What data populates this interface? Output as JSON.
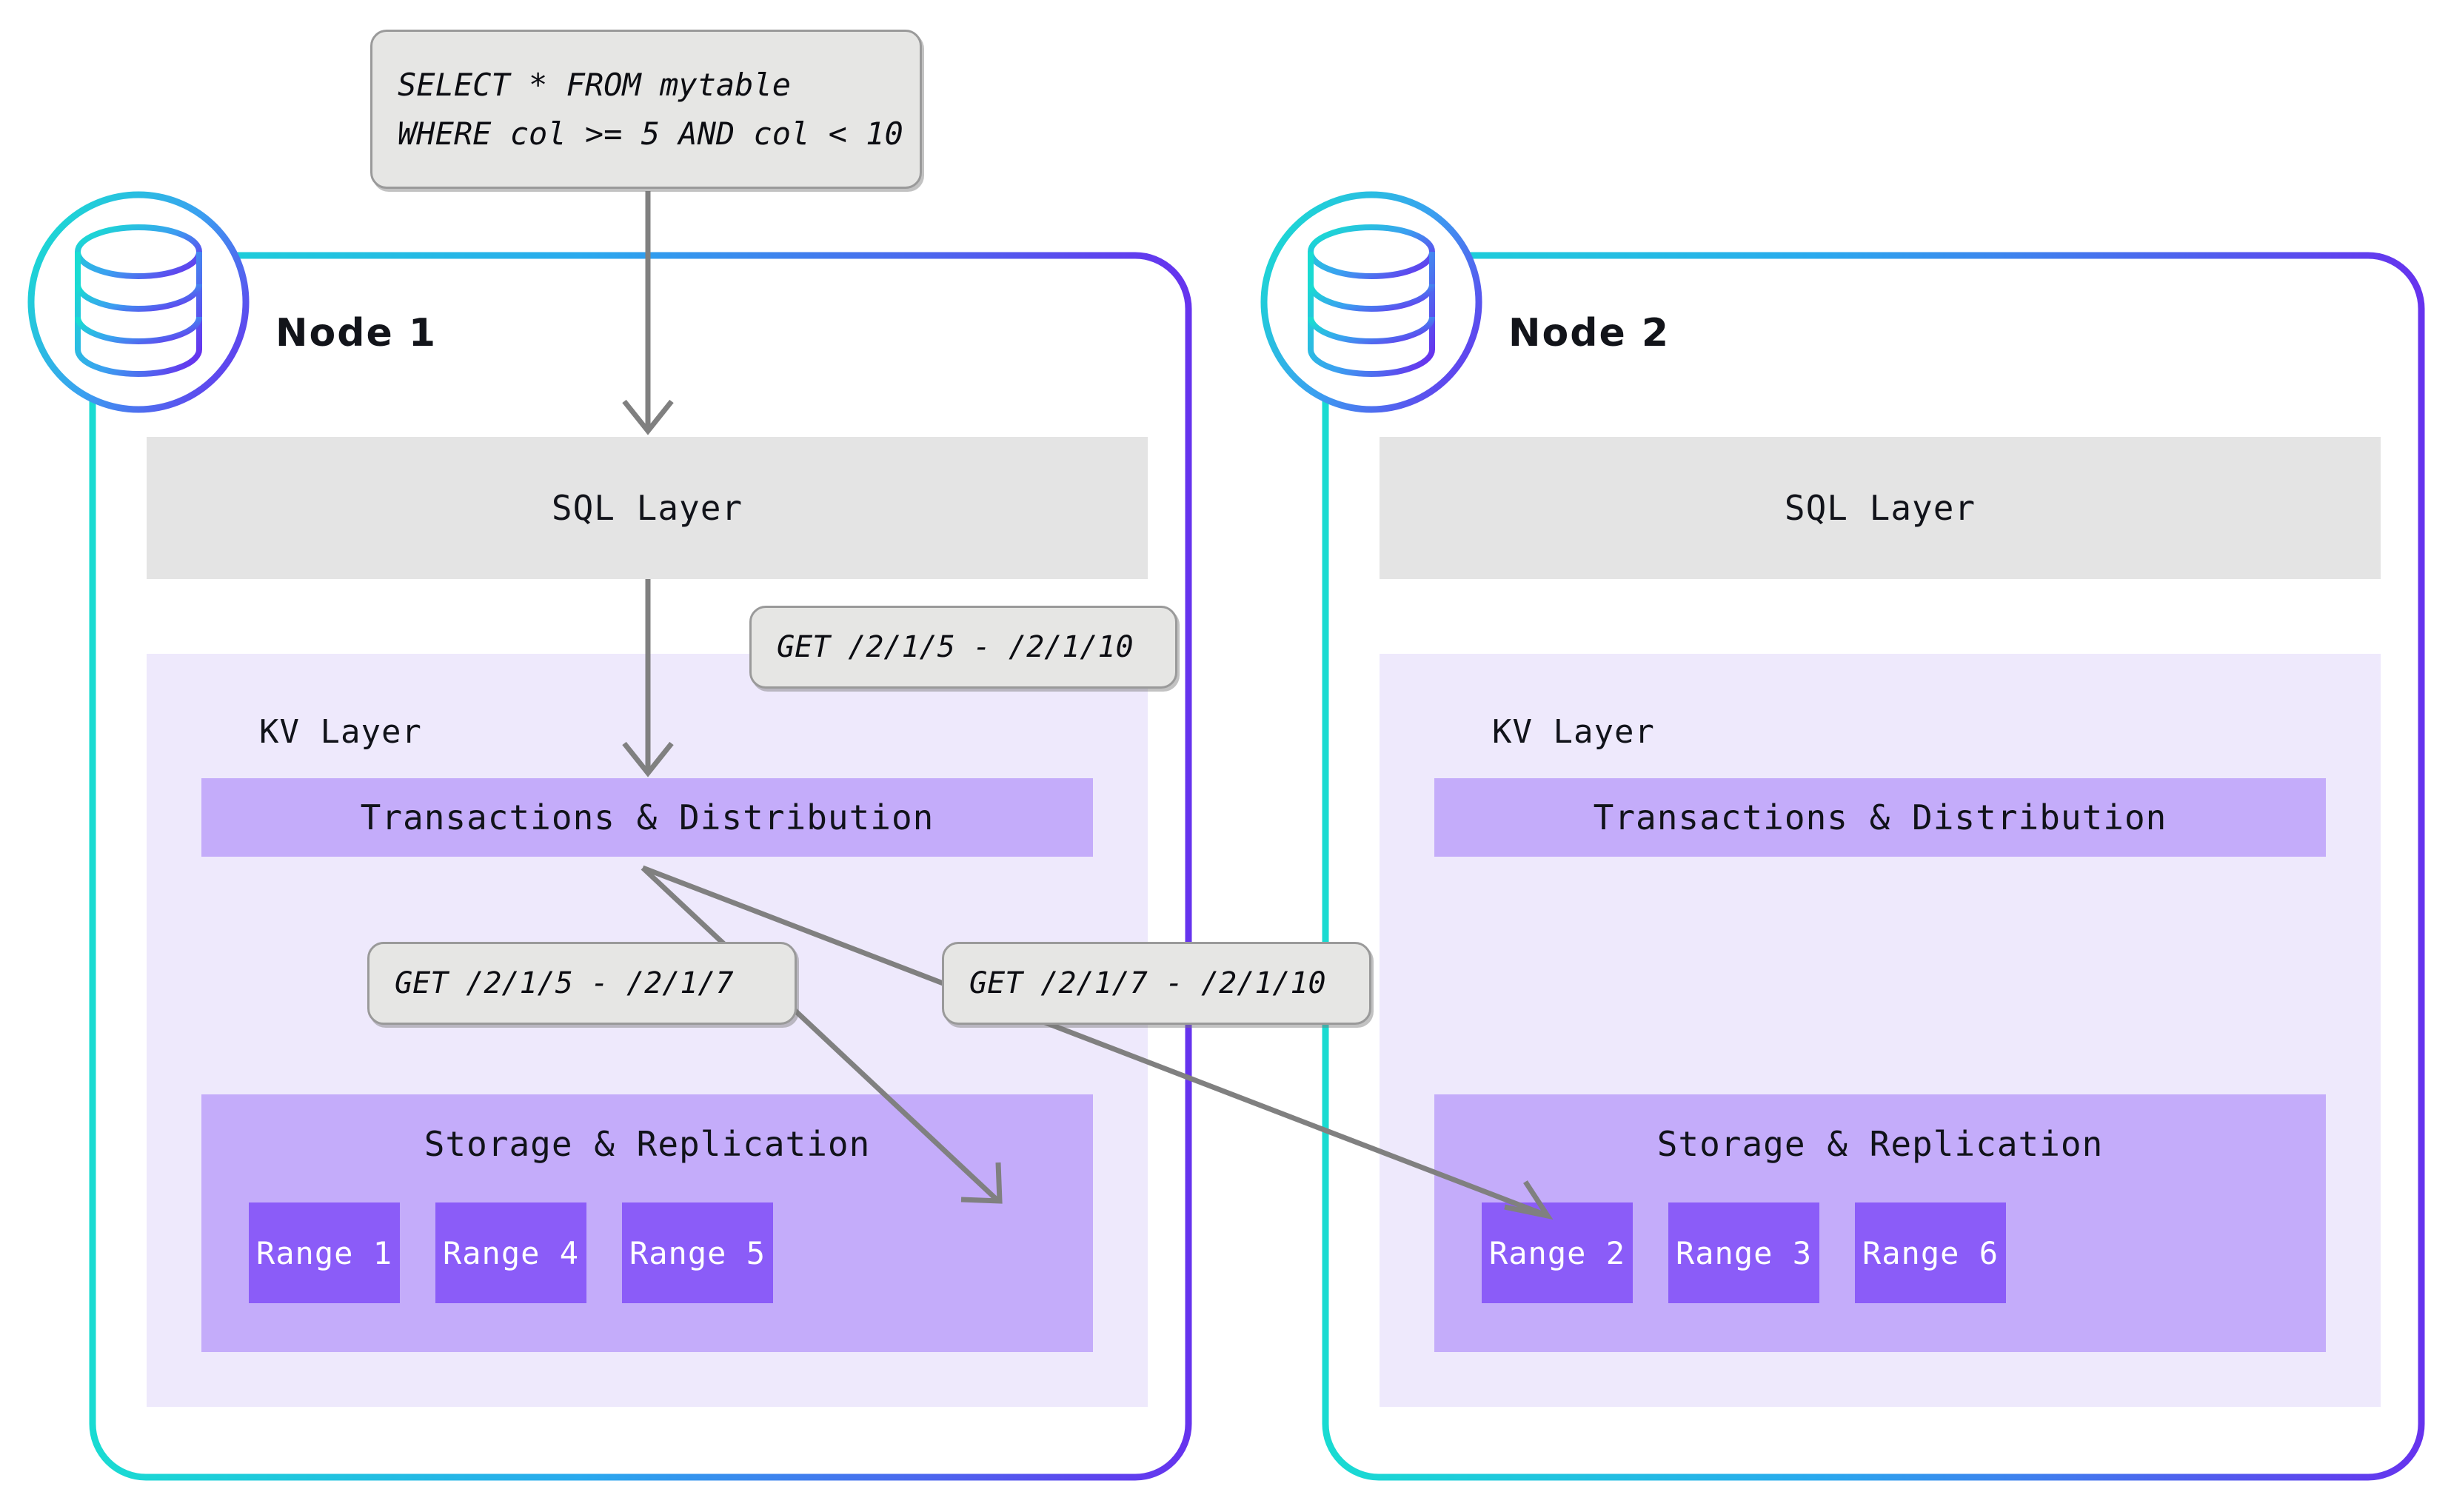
{
  "diagram": {
    "title": "CockroachDB distributed query layers across two nodes",
    "colors": {
      "node_border_cyan": "#19dbd2",
      "node_border_purple": "#6633ee",
      "sql_layer_bg": "#e4e4e4",
      "kv_panel_bg": "#eee9fc",
      "txn_bar_bg": "#c4acfa",
      "storage_bar_bg": "#c4acfa",
      "range_box_bg": "#8b5cf8",
      "range_text": "#ffffff",
      "callout_bg": "#e6e6e4",
      "callout_border": "#9a9a9a",
      "arrow": "#808080",
      "text": "#11131a"
    }
  },
  "query_box": {
    "line1": "SELECT * FROM mytable",
    "line2": "WHERE col >= 5 AND col < 10"
  },
  "callouts": {
    "kv_request": "GET /2/1/5 - /2/1/10",
    "range_left": "GET /2/1/5 - /2/1/7",
    "range_right": "GET /2/1/7 - /2/1/10"
  },
  "labels": {
    "sql_layer": "SQL Layer",
    "kv_layer": "KV Layer",
    "transactions": "Transactions & Distribution",
    "storage": "Storage & Replication"
  },
  "nodes": [
    {
      "id": "node-1",
      "title": "Node 1",
      "sql_layer": "SQL Layer",
      "kv_layer": "KV Layer",
      "transactions": "Transactions & Distribution",
      "storage": "Storage & Replication",
      "ranges": [
        {
          "label": "Range 1"
        },
        {
          "label": "Range 4"
        },
        {
          "label": "Range 5"
        }
      ]
    },
    {
      "id": "node-2",
      "title": "Node 2",
      "sql_layer": "SQL Layer",
      "kv_layer": "KV Layer",
      "transactions": "Transactions & Distribution",
      "storage": "Storage & Replication",
      "ranges": [
        {
          "label": "Range 2"
        },
        {
          "label": "Range 3"
        },
        {
          "label": "Range 6"
        }
      ]
    }
  ],
  "icons": {
    "database": "database-icon"
  }
}
